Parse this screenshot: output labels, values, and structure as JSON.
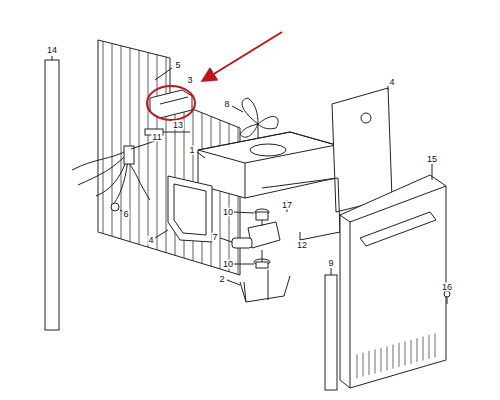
{
  "diagram": {
    "labels": [
      "14",
      "5",
      "3",
      "8",
      "4",
      "11",
      "13",
      "1",
      "6",
      "4",
      "10",
      "17",
      "7",
      "12",
      "15",
      "10",
      "2",
      "9",
      "16"
    ]
  }
}
